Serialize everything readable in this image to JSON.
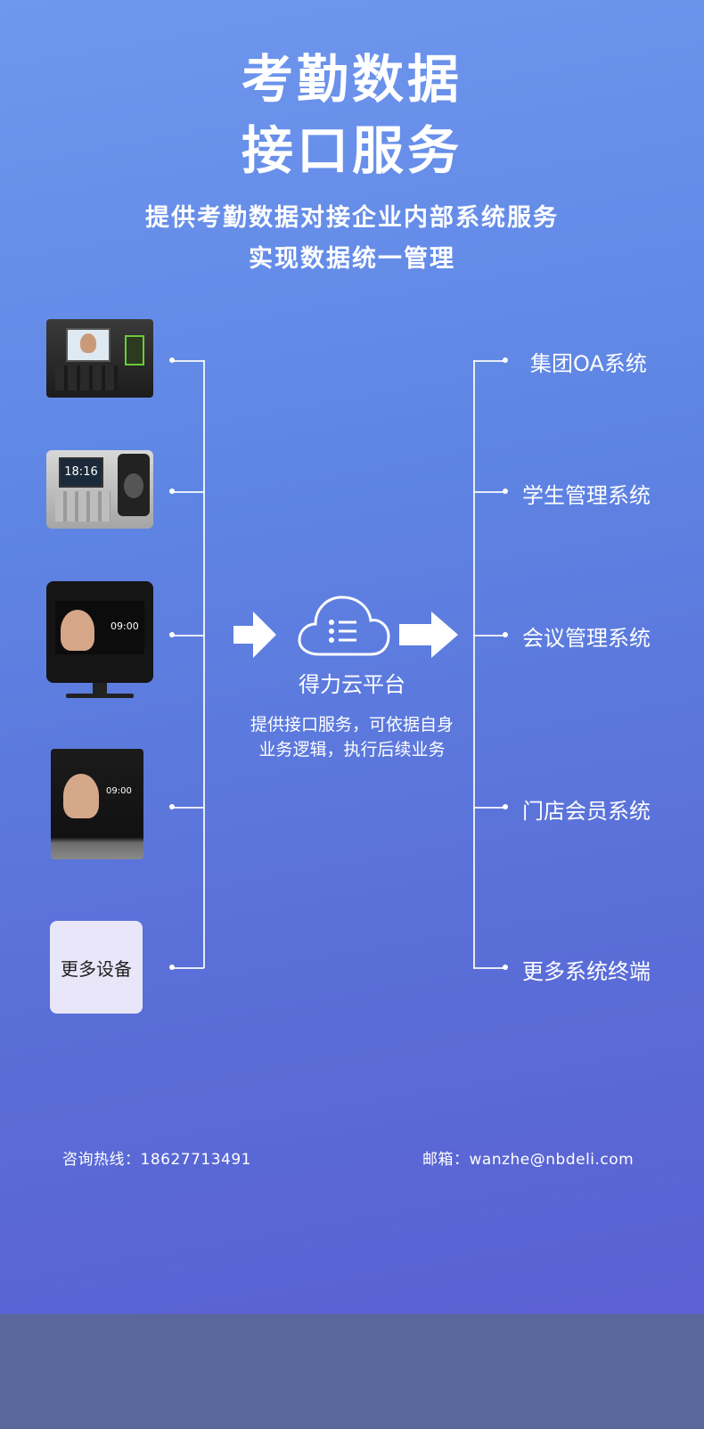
{
  "title": {
    "line1": "考勤数据",
    "line2": "接口服务"
  },
  "subtitle": {
    "line1": "提供考勤数据对接企业内部系统服务",
    "line2": "实现数据统一管理"
  },
  "devices": {
    "device2_time": "18:16",
    "device3_time": "09:00",
    "device4_time": "09:00",
    "more_label": "更多设备"
  },
  "cloud": {
    "title": "得力云平台",
    "desc_line1": "提供接口服务，可依据自身",
    "desc_line2": "业务逻辑，执行后续业务"
  },
  "systems": [
    "集团OA系统",
    "学生管理系统",
    "会议管理系统",
    "门店会员系统",
    "更多系统终端"
  ],
  "contact": {
    "hotline": "咨询热线：18627713491",
    "email": "邮箱：wanzhe@nbdeli.com"
  }
}
